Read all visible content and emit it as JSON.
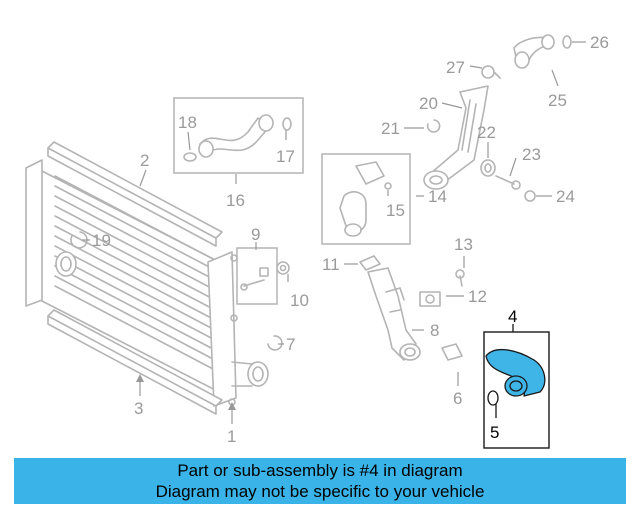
{
  "callouts": {
    "c1": "1",
    "c2": "2",
    "c3": "3",
    "c4": "4",
    "c5": "5",
    "c6": "6",
    "c7": "7",
    "c8": "8",
    "c9": "9",
    "c10": "10",
    "c11": "11",
    "c12": "12",
    "c13": "13",
    "c14": "14",
    "c15": "15",
    "c16": "16",
    "c17": "17",
    "c18": "18",
    "c19": "19",
    "c20": "20",
    "c21": "21",
    "c22": "22",
    "c23": "23",
    "c24": "24",
    "c25": "25",
    "c26": "26",
    "c27": "27"
  },
  "highlight": {
    "part_number": "4",
    "color": "#3fb4e6"
  },
  "banner": {
    "line1": "Part or sub-assembly is #4 in diagram",
    "line2": "Diagram may not be specific to your vehicle",
    "color": "#3ab4e8"
  }
}
